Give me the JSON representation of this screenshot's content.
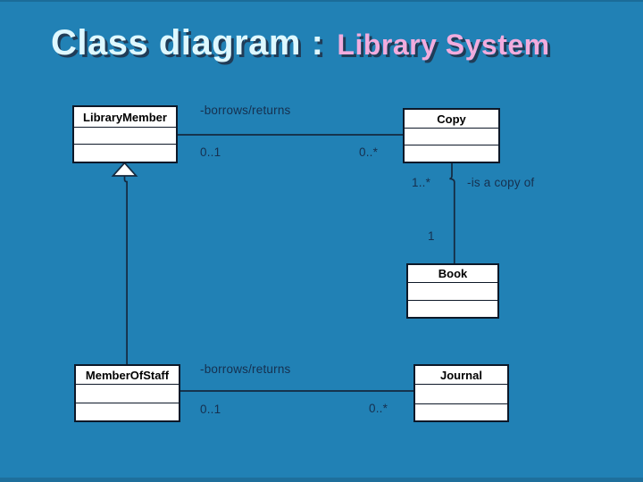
{
  "title": {
    "main": "Class diagram :",
    "accent": "Library System"
  },
  "colors": {
    "background": "#2181b5",
    "title_main": "#def8ff",
    "title_accent": "#f2acde",
    "title_shadow": "#203046",
    "connector_line": "#15293f",
    "box_fill": "#ffffff",
    "box_border": "#0d1828",
    "label_text": "#16304f"
  },
  "classes": [
    {
      "name": "LibraryMember"
    },
    {
      "name": "Copy"
    },
    {
      "name": "Book"
    },
    {
      "name": "MemberOfStaff"
    },
    {
      "name": "Journal"
    }
  ],
  "associations": [
    {
      "label": "-borrows/returns",
      "from": "LibraryMember",
      "to": "Copy",
      "from_multiplicity": "0..1",
      "to_multiplicity": "0..*"
    },
    {
      "label": "-is a copy of",
      "from": "Copy",
      "to": "Book",
      "from_multiplicity": "1..*",
      "to_multiplicity": "1"
    },
    {
      "label": "-borrows/returns",
      "from": "MemberOfStaff",
      "to": "Journal",
      "from_multiplicity": "0..1",
      "to_multiplicity": "0..*"
    }
  ],
  "generalizations": [
    {
      "child": "MemberOfStaff",
      "parent": "LibraryMember"
    }
  ]
}
